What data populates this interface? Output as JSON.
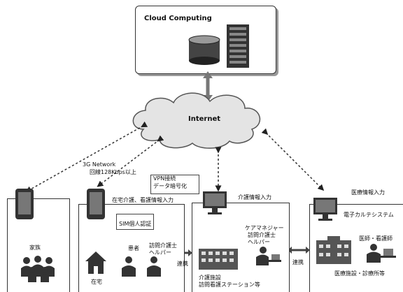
{
  "cloud_computing": {
    "title": "Cloud Computing"
  },
  "internet": {
    "label": "Internet"
  },
  "network": {
    "line1": "3G Network",
    "line2": "回線128Kbps以上"
  },
  "vpn": {
    "line1": "VPN接続",
    "line2": "データ暗号化"
  },
  "home_care": {
    "input_label": "在宅介護、看護情報入力",
    "sim_auth": "SIM個人認証",
    "patient": "患者",
    "visiting_caregiver_line1": "訪問介護士",
    "visiting_caregiver_line2": "ヘルパー",
    "home": "在宅"
  },
  "family": {
    "label": "家族"
  },
  "care_facility": {
    "input_label": "介護情報入力",
    "staff_line1": "ケアマネジャー",
    "staff_line2": "訪問介護士",
    "staff_line3": "ヘルパー",
    "facility_line1": "介護施設",
    "facility_line2": "訪問看護ステーション等"
  },
  "medical": {
    "input_label": "医療情報入力",
    "ehr": "電子カルテシステム",
    "doctor_nurse": "医師・看護師",
    "facility": "医療施設・診療所等"
  },
  "links": {
    "link_left": "連携",
    "link_right": "連携"
  }
}
